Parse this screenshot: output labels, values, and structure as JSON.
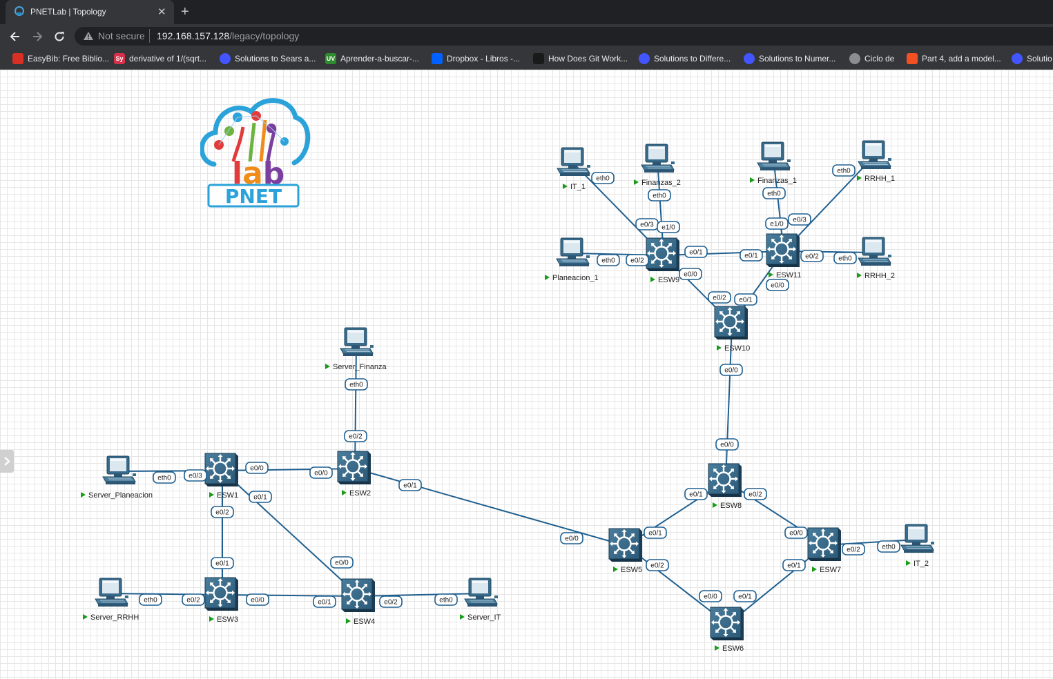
{
  "browser": {
    "tab": {
      "title": "PNETLab | Topology"
    },
    "address": {
      "security": "Not secure",
      "host": "192.168.157.128",
      "path": "/legacy/topology"
    },
    "bookmarks": [
      {
        "icon": "easybib-icon",
        "color": "#d93025",
        "badge": "",
        "label": "EasyBib: Free Biblio..."
      },
      {
        "icon": "symbolab-icon",
        "color": "#d6304b",
        "badge": "Sy",
        "label": "derivative of 1/(sqrt..."
      },
      {
        "icon": "quizlet-icon",
        "color": "#4255ff",
        "badge": "",
        "label": "Solutions to Sears a..."
      },
      {
        "icon": "uv-icon",
        "color": "#2e8b2e",
        "badge": "UV",
        "label": "Aprender-a-buscar-..."
      },
      {
        "icon": "dropbox-icon",
        "color": "#0061fe",
        "badge": "",
        "label": "Dropbox - Libros -..."
      },
      {
        "icon": "github-icon",
        "color": "#1a1a1a",
        "badge": "",
        "label": "How Does Git Work..."
      },
      {
        "icon": "quizlet-icon",
        "color": "#4255ff",
        "badge": "",
        "label": "Solutions to Differe..."
      },
      {
        "icon": "quizlet-icon",
        "color": "#4255ff",
        "badge": "",
        "label": "Solutions to Numer..."
      },
      {
        "icon": "globe-icon",
        "color": "#8a8d91",
        "badge": "",
        "label": "Ciclo de"
      },
      {
        "icon": "microsoft-icon",
        "color": "#f25022",
        "badge": "",
        "label": "Part 4, add a model..."
      },
      {
        "icon": "quizlet-icon",
        "color": "#4255ff",
        "badge": "",
        "label": "Solutio"
      }
    ]
  },
  "logo": {
    "text_top": "lab",
    "text_bottom": "PNET"
  },
  "colors": {
    "link": "#1f5f8f",
    "device": "#2f5f7f",
    "running": "#1a9b1a"
  },
  "nodes": [
    {
      "id": "IT_1",
      "type": "pc",
      "label": "IT_1"
    },
    {
      "id": "Finanzas_2",
      "type": "pc",
      "label": "Finanzas_2"
    },
    {
      "id": "Finanzas_1",
      "type": "pc",
      "label": "Finanzas_1"
    },
    {
      "id": "RRHH_1",
      "type": "pc",
      "label": "RRHH_1"
    },
    {
      "id": "Planeacion_1",
      "type": "pc",
      "label": "Planeacion_1"
    },
    {
      "id": "RRHH_2",
      "type": "pc",
      "label": "RRHH_2"
    },
    {
      "id": "ESW9",
      "type": "switch",
      "label": "ESW9"
    },
    {
      "id": "ESW11",
      "type": "switch",
      "label": "ESW11"
    },
    {
      "id": "ESW10",
      "type": "switch",
      "label": "ESW10"
    },
    {
      "id": "Server_Finanza",
      "type": "pc",
      "label": "Server_Finanza"
    },
    {
      "id": "Server_Planeacion",
      "type": "pc",
      "label": "Server_Planeacion"
    },
    {
      "id": "ESW1",
      "type": "switch",
      "label": "ESW1"
    },
    {
      "id": "ESW2",
      "type": "switch",
      "label": "ESW2"
    },
    {
      "id": "ESW8",
      "type": "switch",
      "label": "ESW8"
    },
    {
      "id": "ESW5",
      "type": "switch",
      "label": "ESW5"
    },
    {
      "id": "ESW7",
      "type": "switch",
      "label": "ESW7"
    },
    {
      "id": "IT_2",
      "type": "pc",
      "label": "IT_2"
    },
    {
      "id": "Server_RRHH",
      "type": "pc",
      "label": "Server_RRHH"
    },
    {
      "id": "ESW3",
      "type": "switch",
      "label": "ESW3"
    },
    {
      "id": "ESW4",
      "type": "switch",
      "label": "ESW4"
    },
    {
      "id": "Server_IT",
      "type": "pc",
      "label": "Server_IT"
    },
    {
      "id": "ESW6",
      "type": "switch",
      "label": "ESW6"
    }
  ],
  "links": [
    {
      "a": "IT_1",
      "b": "ESW9",
      "a_if": "eth0",
      "b_if": "e0/3"
    },
    {
      "a": "Finanzas_2",
      "b": "ESW9",
      "a_if": "eth0",
      "b_if": "e1/0"
    },
    {
      "a": "Planeacion_1",
      "b": "ESW9",
      "a_if": "eth0",
      "b_if": "e0/2"
    },
    {
      "a": "ESW9",
      "b": "ESW11",
      "a_if": "e0/1",
      "b_if": "e0/1"
    },
    {
      "a": "ESW9",
      "b": "ESW10",
      "a_if": "e0/0",
      "b_if": "e0/2"
    },
    {
      "a": "Finanzas_1",
      "b": "ESW11",
      "a_if": "eth0",
      "b_if": "e1/0"
    },
    {
      "a": "RRHH_1",
      "b": "ESW11",
      "a_if": "eth0",
      "b_if": "e0/3"
    },
    {
      "a": "ESW11",
      "b": "RRHH_2",
      "a_if": "e0/2",
      "b_if": "eth0"
    },
    {
      "a": "ESW11",
      "b": "ESW10",
      "a_if": "e0/0",
      "b_if": "e0/1"
    },
    {
      "a": "ESW10",
      "b": "ESW8",
      "a_if": "e0/0",
      "b_if": "e0/0"
    },
    {
      "a": "Server_Finanza",
      "b": "ESW2",
      "a_if": "eth0",
      "b_if": "e0/2"
    },
    {
      "a": "Server_Planeacion",
      "b": "ESW1",
      "a_if": "eth0",
      "b_if": "e0/3"
    },
    {
      "a": "ESW1",
      "b": "ESW2",
      "a_if": "e0/0",
      "b_if": "e0/0"
    },
    {
      "a": "ESW1",
      "b": "ESW4",
      "a_if": "e0/1",
      "b_if": "e0/0"
    },
    {
      "a": "ESW1",
      "b": "ESW3",
      "a_if": "e0/2",
      "b_if": "e0/1"
    },
    {
      "a": "ESW2",
      "b": "ESW5",
      "a_if": "e0/1",
      "b_if": "e0/0"
    },
    {
      "a": "ESW8",
      "b": "ESW5",
      "a_if": "e0/1",
      "b_if": "e0/1"
    },
    {
      "a": "ESW8",
      "b": "ESW7",
      "a_if": "e0/2",
      "b_if": "e0/0"
    },
    {
      "a": "ESW5",
      "b": "ESW6",
      "a_if": "e0/2",
      "b_if": "e0/0"
    },
    {
      "a": "ESW7",
      "b": "ESW6",
      "a_if": "e0/1",
      "b_if": "e0/1"
    },
    {
      "a": "ESW7",
      "b": "IT_2",
      "a_if": "e0/2",
      "b_if": "eth0"
    },
    {
      "a": "Server_RRHH",
      "b": "ESW3",
      "a_if": "eth0",
      "b_if": "e0/2"
    },
    {
      "a": "ESW3",
      "b": "ESW4",
      "a_if": "e0/0",
      "b_if": "e0/1"
    },
    {
      "a": "ESW4",
      "b": "Server_IT",
      "a_if": "e0/2",
      "b_if": "eth0"
    }
  ]
}
